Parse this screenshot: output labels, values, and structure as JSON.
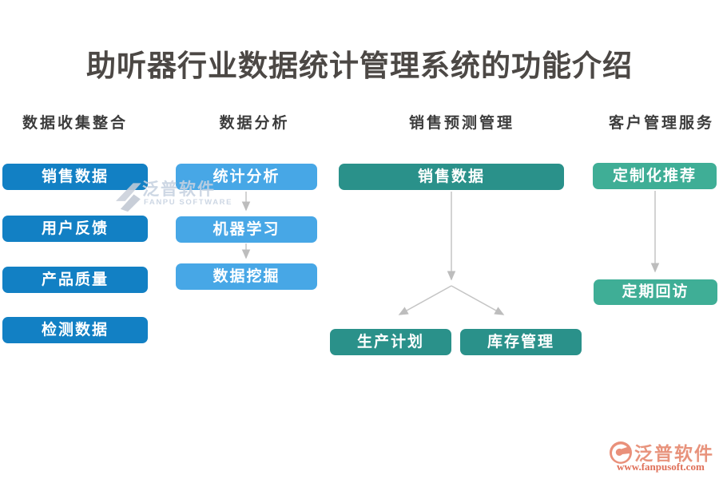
{
  "title": "助听器行业数据统计管理系统的功能介绍",
  "columns": [
    {
      "header": "数据收集整合",
      "items": [
        "销售数据",
        "用户反馈",
        "产品质量",
        "检测数据"
      ]
    },
    {
      "header": "数据分析",
      "items": [
        "统计分析",
        "机器学习",
        "数据挖掘"
      ]
    },
    {
      "header": "销售预测管理",
      "root": "销售数据",
      "children": [
        "生产计划",
        "库存管理"
      ]
    },
    {
      "header": "客户管理服务",
      "items": [
        "定制化推荐",
        "定期回访"
      ]
    }
  ],
  "watermark": {
    "brand": "泛普软件",
    "brand_en": "FANPU SOFTWARE"
  },
  "footer": {
    "brand": "泛普软件",
    "url": "www.fanpusoft.com"
  },
  "colors": {
    "collection_blue": "#1280C4",
    "analysis_blue": "#47A7E6",
    "forecast_teal": "#2A918A",
    "service_teal": "#3FAE96",
    "arrow_gray": "#BDBDBD",
    "brand_salmon": "#E8937C",
    "url_red": "#DF6F58"
  }
}
